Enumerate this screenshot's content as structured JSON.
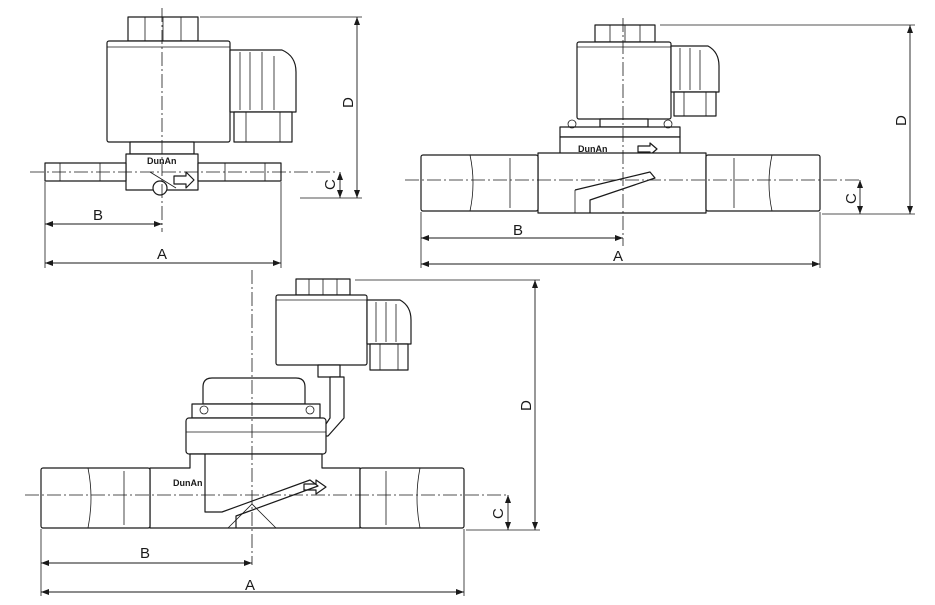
{
  "brand": "DunAn",
  "view1": {
    "label_a": "A",
    "label_b": "B",
    "label_c": "C",
    "label_d": "D"
  },
  "view2": {
    "label_a": "A",
    "label_b": "B",
    "label_c": "C",
    "label_d": "D"
  },
  "view3": {
    "label_a": "A",
    "label_b": "B",
    "label_c": "C",
    "label_d": "D"
  }
}
